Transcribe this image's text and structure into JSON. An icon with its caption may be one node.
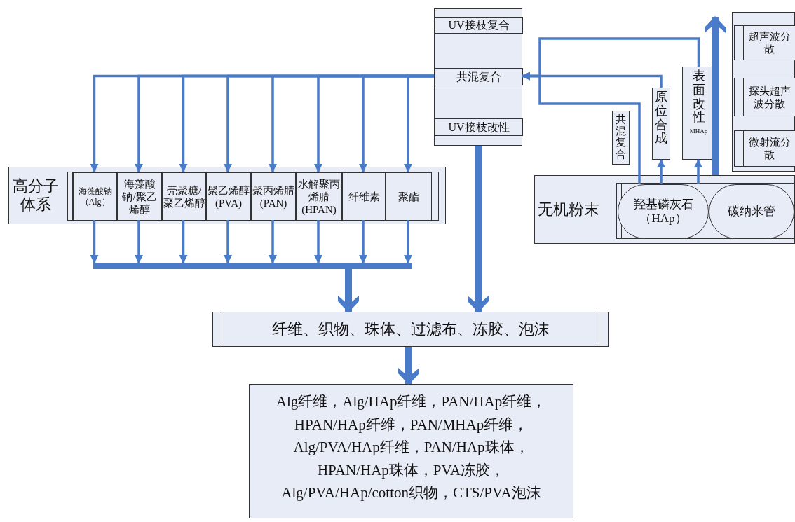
{
  "diagram": {
    "nodes": [
      {
        "text": [
          "高分子体系"
        ]
      },
      {
        "text": [
          "海藻酸钠（Alg）"
        ],
        "in": 0
      },
      {
        "text": [
          "海藻酸钠/聚乙烯醇"
        ],
        "in": 0
      },
      {
        "text": [
          "壳聚糖/聚乙烯醇"
        ],
        "in": 0
      },
      {
        "text": [
          "聚乙烯醇(PVA)"
        ],
        "in": 0
      },
      {
        "text": [
          "聚丙烯腈(PAN)"
        ],
        "in": 0
      },
      {
        "text": [
          "水解聚丙烯腈(HPAN)"
        ],
        "in": 0
      },
      {
        "text": [
          "纤维素"
        ],
        "in": 0
      },
      {
        "text": [
          "聚酯"
        ],
        "in": 0
      },
      {
        "text": [],
        "shape": "box"
      },
      {
        "text": [
          "UV接枝复合"
        ],
        "in": 9
      },
      {
        "text": [
          "共混复合"
        ],
        "in": 9
      },
      {
        "text": [
          "UV接枝改性"
        ],
        "in": 9
      },
      {
        "text": [
          "无机粉末"
        ]
      },
      {
        "text": [
          "羟基磷灰石（HAp）"
        ],
        "in": 13
      },
      {
        "text": [
          "碳纳米管"
        ],
        "in": 13
      },
      {
        "text": [
          "共混复合"
        ]
      },
      {
        "text": [
          "原位合成"
        ]
      },
      {
        "text": [
          "表面改性",
          "MHAp"
        ]
      },
      {
        "text": [],
        "shape": "box"
      },
      {
        "text": [
          "超声波分散"
        ],
        "in": 19
      },
      {
        "text": [
          "探头超声波分散"
        ],
        "in": 19
      },
      {
        "text": [
          "微射流分散"
        ],
        "in": 19
      },
      {
        "text": [],
        "shape": "bar"
      },
      {
        "text": [
          "纤维、织物、珠体、过滤布、冻胶、泡沫"
        ]
      },
      {
        "text": [
          "Alg纤维，Alg/HAp纤维，PAN/HAp纤维，HPAN/HAp纤维，PAN/MHAp纤维，Alg/PVA/HAp纤维，PAN/HAp珠体，HPAN/HAp珠体，PVA冻胶，Alg/PVA/HAp/cotton织物，CTS/PVA泡沫"
        ]
      }
    ],
    "edges": [
      {
        "from": 11,
        "to": 1,
        "arrow": "to"
      },
      {
        "from": 11,
        "to": 2,
        "arrow": "to"
      },
      {
        "from": 11,
        "to": 3,
        "arrow": "to"
      },
      {
        "from": 11,
        "to": 4,
        "arrow": "to"
      },
      {
        "from": 11,
        "to": 5,
        "arrow": "to"
      },
      {
        "from": 11,
        "to": 6,
        "arrow": "to"
      },
      {
        "from": 11,
        "to": 7,
        "arrow": "to"
      },
      {
        "from": 11,
        "to": 8,
        "arrow": "to"
      },
      {
        "from": 1,
        "to": 23,
        "arrow": "to"
      },
      {
        "from": 2,
        "to": 23,
        "arrow": "to"
      },
      {
        "from": 3,
        "to": 23,
        "arrow": "to"
      },
      {
        "from": 4,
        "to": 23,
        "arrow": "to"
      },
      {
        "from": 5,
        "to": 23,
        "arrow": "to"
      },
      {
        "from": 6,
        "to": 23,
        "arrow": "to"
      },
      {
        "from": 7,
        "to": 23,
        "arrow": "to"
      },
      {
        "from": 8,
        "to": 23,
        "arrow": "to"
      },
      {
        "from": 23,
        "to": 24,
        "arrow": "to",
        "style": "thick"
      },
      {
        "from": 9,
        "to": 24,
        "arrow": "to",
        "style": "thick"
      },
      {
        "from": 24,
        "to": 25,
        "arrow": "to",
        "style": "thick"
      },
      {
        "from": 14,
        "to": 11,
        "arrow": "to"
      },
      {
        "from": 17,
        "to": 11,
        "arrow": "to"
      },
      {
        "from": 18,
        "to": 11,
        "arrow": "to"
      },
      {
        "from": 14,
        "to": 17,
        "arrow": "to"
      },
      {
        "from": 14,
        "to": 18,
        "arrow": "to"
      },
      {
        "from": 13,
        "to": 20,
        "arrow": "to",
        "style": "thick"
      }
    ]
  }
}
